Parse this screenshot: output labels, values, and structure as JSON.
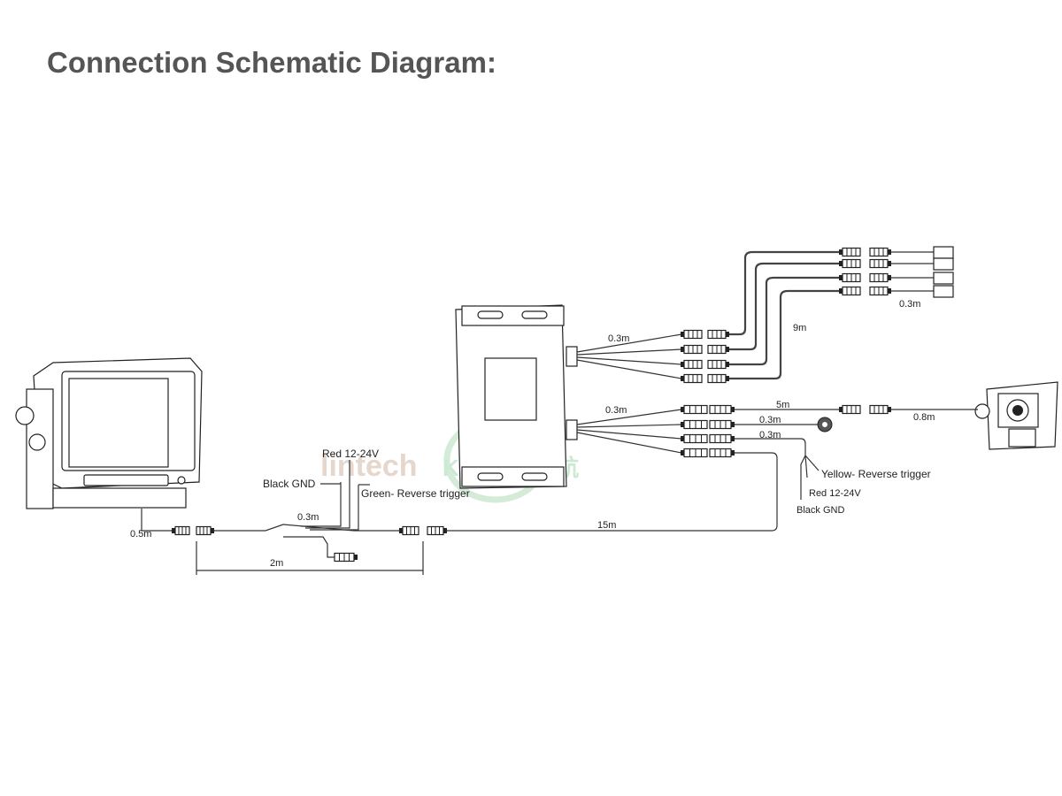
{
  "title": "Connection Schematic Diagram:",
  "labels": {
    "monitor_cable": "0.5m",
    "extension_2m": "2m",
    "power_split": "0.3m",
    "red_power": "Red 12-24V",
    "black_gnd": "Black GND",
    "green_trigger": "Green- Reverse trigger",
    "main_cable": "15m",
    "top_outputs": "0.3m",
    "camera_runs": "9m",
    "camera_pigtails": "0.3m",
    "bottom_outputs": "0.3m",
    "camera_extension": "5m",
    "camera_pigtail": "0.8m",
    "mic_cable": "0.3m",
    "trigger_cable": "0.3m",
    "yellow_trigger": "Yellow- Reverse trigger",
    "red_power_2": "Red 12-24V",
    "black_gnd_2": "Black GND"
  },
  "watermark": "lintech KYSAIL 麒航",
  "colors": {
    "title": "#555555",
    "line": "#333333",
    "watermark_green": "#8fcf9f",
    "watermark_tan": "#c8a890"
  }
}
